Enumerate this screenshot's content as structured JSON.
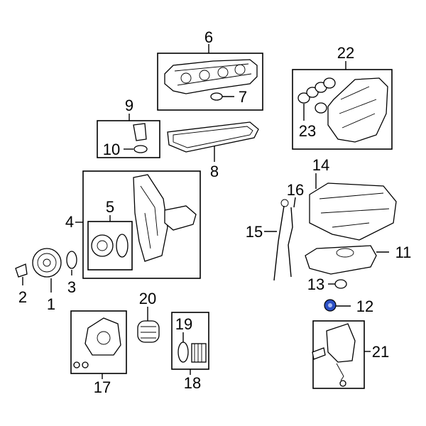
{
  "diagram": {
    "callouts": {
      "c1": "1",
      "c2": "2",
      "c3": "3",
      "c4": "4",
      "c5": "5",
      "c6": "6",
      "c7": "7",
      "c8": "8",
      "c9": "9",
      "c10": "10",
      "c11": "11",
      "c12": "12",
      "c13": "13",
      "c14": "14",
      "c15": "15",
      "c16": "16",
      "c17": "17",
      "c18": "18",
      "c19": "19",
      "c20": "20",
      "c21": "21",
      "c22": "22",
      "c23": "23"
    },
    "highlight_color": "#2b4fc4",
    "highlighted_part": "12"
  }
}
